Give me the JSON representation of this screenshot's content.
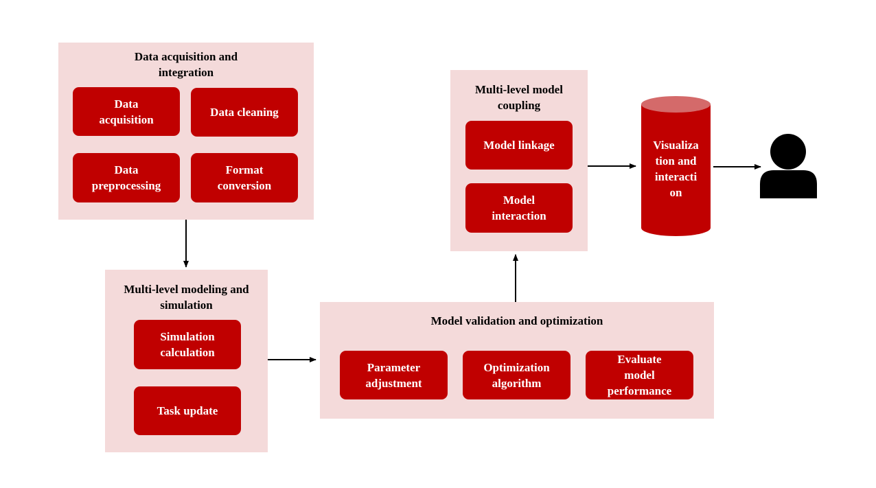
{
  "acquisition": {
    "title": "Data acquisition and integration",
    "items": [
      "Data acquisition",
      "Data cleaning",
      "Data preprocessing",
      "Format conversion"
    ]
  },
  "modeling": {
    "title": "Multi-level modeling and simulation",
    "items": [
      "Simulation calculation",
      "Task update"
    ]
  },
  "validation": {
    "title": "Model validation and optimization",
    "items": [
      "Parameter adjustment",
      "Optimization algorithm",
      "Evaluate model performance"
    ]
  },
  "coupling": {
    "title": "Multi-level model coupling",
    "items": [
      "Model linkage",
      "Model interaction"
    ]
  },
  "visualization": {
    "label": "Visualiza tion and interacti on"
  },
  "colors": {
    "panel": "#f4dada",
    "node": "#c00000",
    "cylinder_top": "#d46a6a",
    "user_icon": "#000000"
  },
  "icons": {
    "user": "user-icon"
  }
}
